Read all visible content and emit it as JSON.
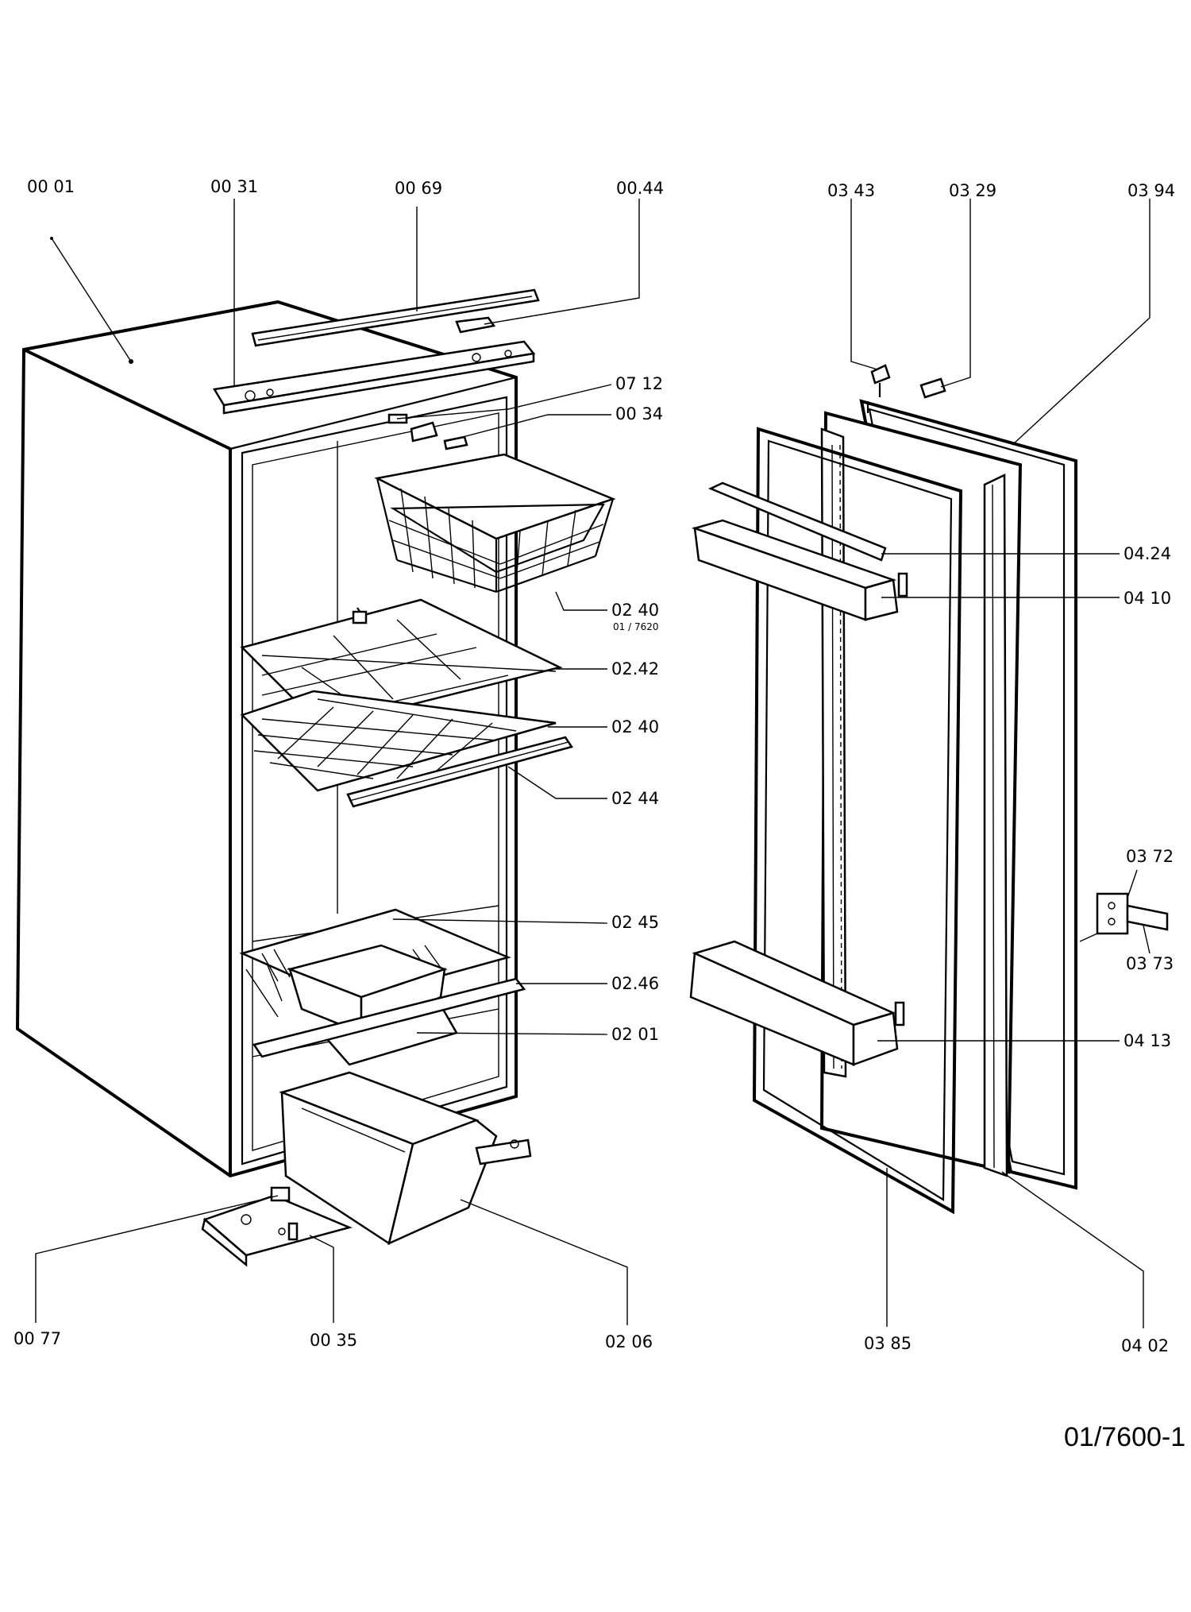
{
  "diagram": {
    "part_labels": {
      "p0001": "00 01",
      "p0031": "00 31",
      "p0069": "00 69",
      "p0044": "00.44",
      "p0343": "03 43",
      "p0329": "03 29",
      "p0394": "03 94",
      "p0712": "07 12",
      "p0034": "00 34",
      "p0424": "04.24",
      "p0410": "04 10",
      "p0240a": "02 40",
      "p0240a_sub": "01 / 7620",
      "p0242": "02.42",
      "p0240b": "02 40",
      "p0244": "02 44",
      "p0372": "03 72",
      "p0245": "02 45",
      "p0373": "03 73",
      "p0246": "02.46",
      "p0201": "02 01",
      "p0413": "04 13",
      "p0077": "00 77",
      "p0035": "00 35",
      "p0206": "02 06",
      "p0385": "03 85",
      "p0402": "04 02"
    },
    "reference": "01/7600-1"
  }
}
